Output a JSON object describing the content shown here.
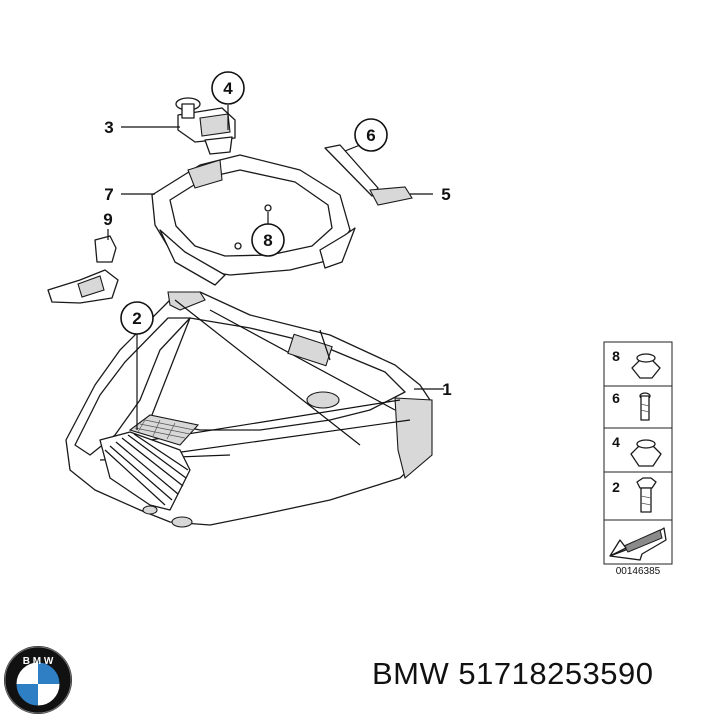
{
  "callouts": [
    {
      "label": "4"
    },
    {
      "label": "3"
    },
    {
      "label": "6"
    },
    {
      "label": "7"
    },
    {
      "label": "5"
    },
    {
      "label": "9"
    },
    {
      "label": "8"
    },
    {
      "label": "2"
    },
    {
      "label": "1"
    }
  ],
  "legend": {
    "items": [
      {
        "label": "8"
      },
      {
        "label": "6"
      },
      {
        "label": "4"
      },
      {
        "label": "2"
      }
    ],
    "drawing_number": "00146385"
  },
  "brand": {
    "logo_text": "BMW",
    "part_number": "BMW 51718253590"
  },
  "colors": {
    "logo_blue": "#2f7fc4",
    "logo_ring": "#111111"
  }
}
